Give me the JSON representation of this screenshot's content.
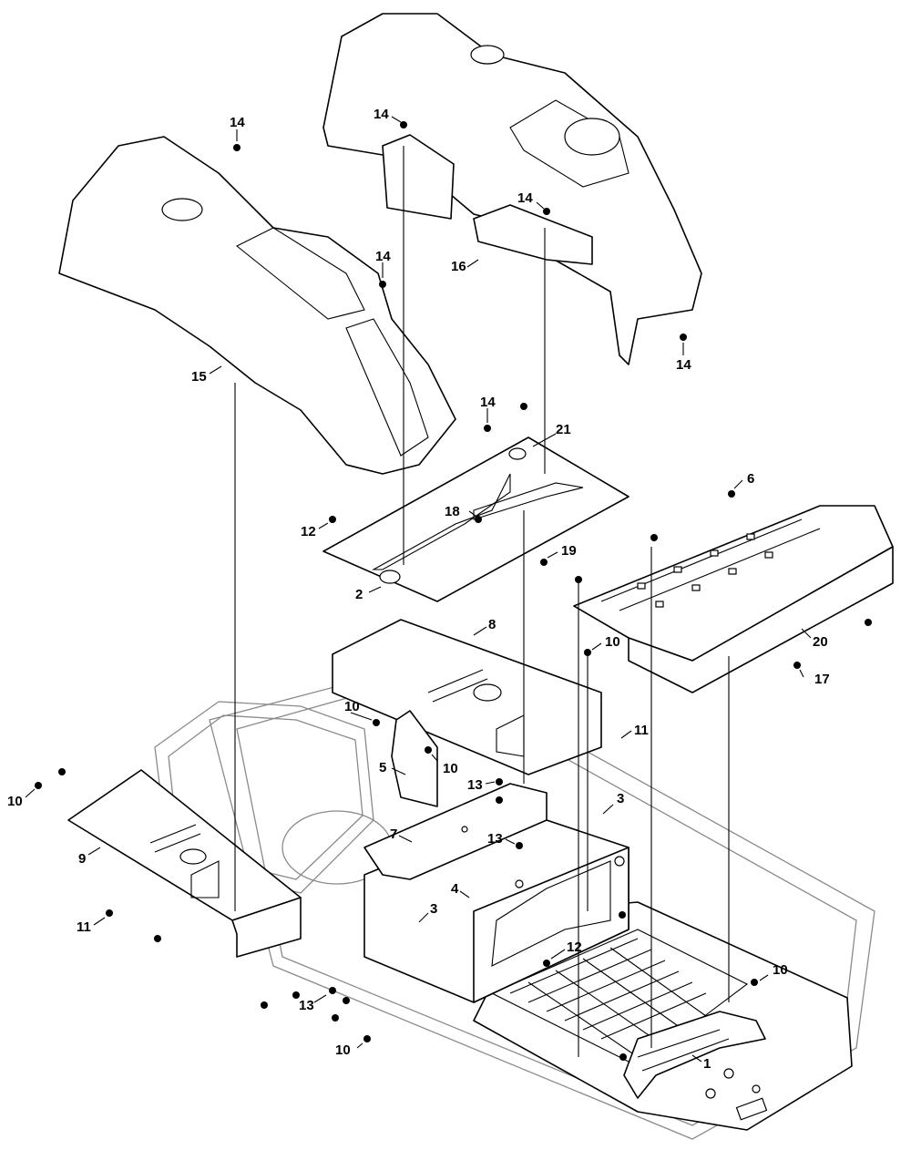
{
  "callouts": [
    {
      "id": "c-14a",
      "label": "14"
    },
    {
      "id": "c-14b",
      "label": "14"
    },
    {
      "id": "c-14c",
      "label": "14"
    },
    {
      "id": "c-14d",
      "label": "14"
    },
    {
      "id": "c-14e",
      "label": "14"
    },
    {
      "id": "c-14f",
      "label": "14"
    },
    {
      "id": "c-15",
      "label": "15"
    },
    {
      "id": "c-16",
      "label": "16"
    },
    {
      "id": "c-21",
      "label": "21"
    },
    {
      "id": "c-6",
      "label": "6"
    },
    {
      "id": "c-18",
      "label": "18"
    },
    {
      "id": "c-12a",
      "label": "12"
    },
    {
      "id": "c-19",
      "label": "19"
    },
    {
      "id": "c-2",
      "label": "2"
    },
    {
      "id": "c-8",
      "label": "8"
    },
    {
      "id": "c-10a",
      "label": "10"
    },
    {
      "id": "c-20",
      "label": "20"
    },
    {
      "id": "c-17",
      "label": "17"
    },
    {
      "id": "c-10b",
      "label": "10"
    },
    {
      "id": "c-11a",
      "label": "11"
    },
    {
      "id": "c-5",
      "label": "5"
    },
    {
      "id": "c-10c",
      "label": "10"
    },
    {
      "id": "c-13a",
      "label": "13"
    },
    {
      "id": "c-10d",
      "label": "10"
    },
    {
      "id": "c-3a",
      "label": "3"
    },
    {
      "id": "c-7",
      "label": "7"
    },
    {
      "id": "c-13b",
      "label": "13"
    },
    {
      "id": "c-9",
      "label": "9"
    },
    {
      "id": "c-4",
      "label": "4"
    },
    {
      "id": "c-3b",
      "label": "3"
    },
    {
      "id": "c-11b",
      "label": "11"
    },
    {
      "id": "c-12b",
      "label": "12"
    },
    {
      "id": "c-10e",
      "label": "10"
    },
    {
      "id": "c-13c",
      "label": "13"
    },
    {
      "id": "c-1",
      "label": "1"
    },
    {
      "id": "c-10f",
      "label": "10"
    }
  ]
}
